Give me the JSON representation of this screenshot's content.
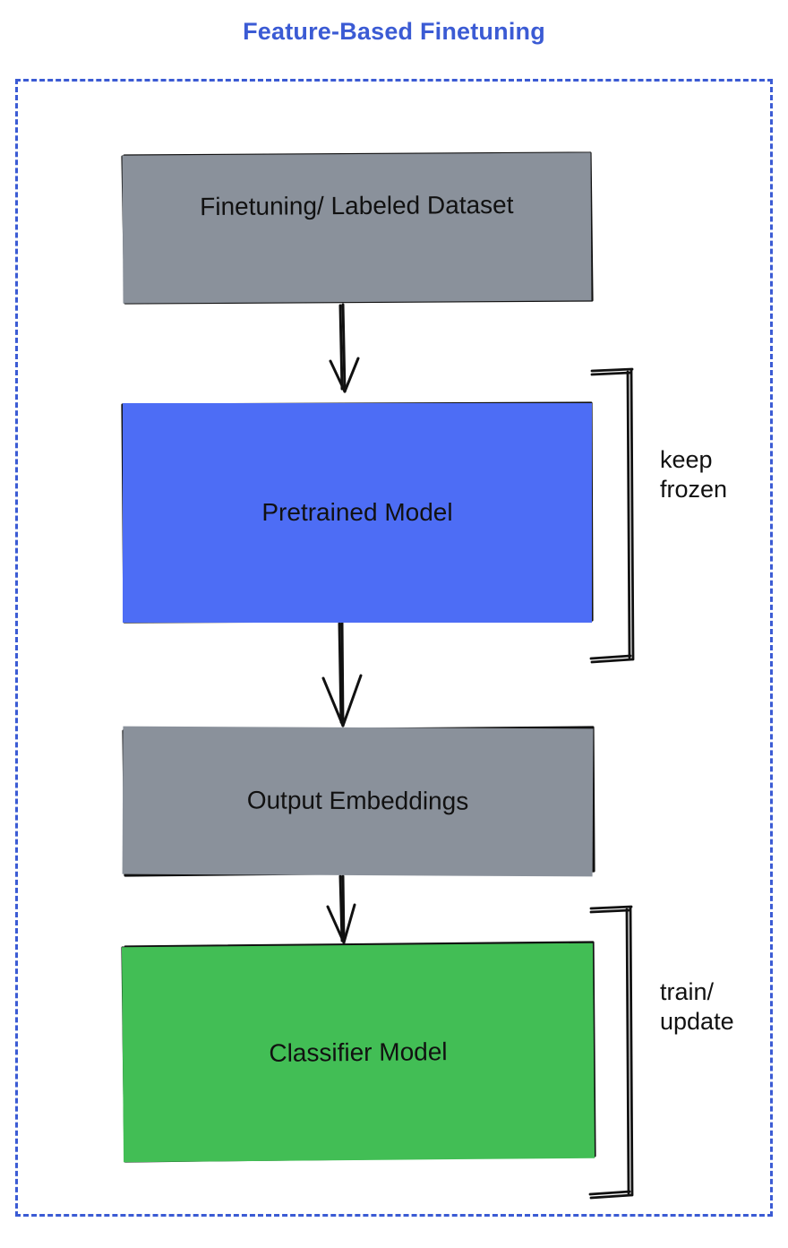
{
  "title": "Feature-Based Finetuning",
  "colors": {
    "title": "#3b5bd4",
    "frame_border": "#3b5bd4",
    "gray_node": "#8a919b",
    "blue_node": "#4d6df5",
    "green_node": "#42be55",
    "stroke": "#111111",
    "background": "#ffffff"
  },
  "frame": {
    "style": "dashed",
    "name": "feature-based-finetuning-group"
  },
  "nodes": [
    {
      "id": "dataset",
      "label": "Finetuning/ Labeled Dataset",
      "fill": "#8a919b"
    },
    {
      "id": "pretrained",
      "label": "Pretrained Model",
      "fill": "#4d6df5"
    },
    {
      "id": "embeddings",
      "label": "Output Embeddings",
      "fill": "#8a919b"
    },
    {
      "id": "classifier",
      "label": "Classifier Model",
      "fill": "#42be55"
    }
  ],
  "edges": [
    {
      "from": "dataset",
      "to": "pretrained",
      "kind": "arrow-down"
    },
    {
      "from": "pretrained",
      "to": "embeddings",
      "kind": "arrow-down"
    },
    {
      "from": "embeddings",
      "to": "classifier",
      "kind": "arrow-down"
    }
  ],
  "annotations": [
    {
      "id": "keep-frozen",
      "target": "pretrained",
      "label": "keep\nfrozen",
      "marker": "bracket"
    },
    {
      "id": "train-update",
      "target": "classifier",
      "label": "train/\nupdate",
      "marker": "bracket"
    }
  ]
}
